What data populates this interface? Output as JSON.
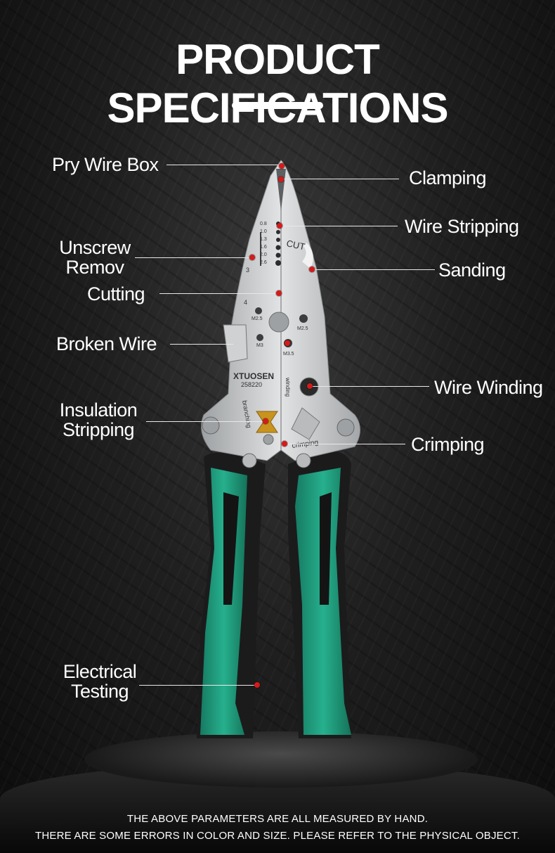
{
  "title": "PRODUCT SPECIFICATIONS",
  "labels": {
    "pry_wire_box": "Pry Wire Box",
    "clamping": "Clamping",
    "wire_stripping": "Wire Stripping",
    "unscrew_line1": "Unscrew",
    "unscrew_line2": "Remov",
    "sanding": "Sanding",
    "cutting": "Cutting",
    "broken_wire": "Broken Wire",
    "wire_winding": "Wire Winding",
    "insulation_line1": "Insulation",
    "insulation_line2": "Stripping",
    "crimping": "Crimping",
    "electrical_line1": "Electrical",
    "electrical_line2": "Testing"
  },
  "tool_markings": {
    "brand": "XTUOSEN",
    "model": "258220",
    "cut": "CUT",
    "winding": "winding",
    "branching": "branching",
    "crimping": "crimping",
    "gauges": [
      "0.8",
      "1.0",
      "1.3",
      "1.6",
      "2.0",
      "2.6"
    ],
    "num3": "3",
    "num4": "4",
    "m25_left": "M2.5",
    "m25_right": "M2.5",
    "m3": "M3",
    "m35": "M3.5"
  },
  "footer": {
    "line1": "THE ABOVE PARAMETERS ARE ALL MEASURED BY HAND.",
    "line2": "THERE ARE SOME ERRORS IN COLOR AND SIZE. PLEASE REFER TO THE PHYSICAL OBJECT."
  },
  "colors": {
    "handle_green": "#1f9a7c",
    "handle_black": "#1a1a1a",
    "steel": "#c9cbcc",
    "marker_red": "#d41b1b"
  }
}
